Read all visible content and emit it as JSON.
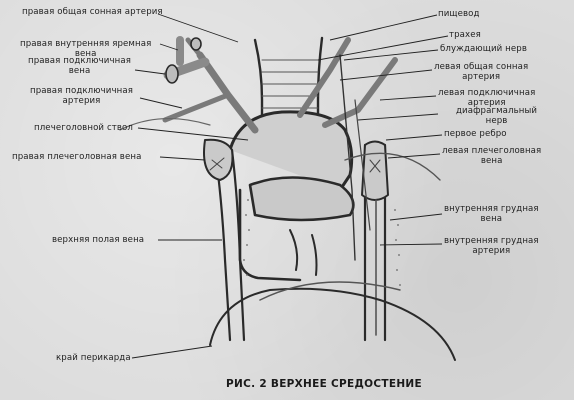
{
  "colors": {
    "ink": "#1f1f1f",
    "paper": "#dcdcdc",
    "vessel": "#8e8e8e"
  },
  "labels": {
    "right_common_carotid": "правая общая сонная артерия",
    "right_internal_jugular": "правая внутренняя яремная\nвена",
    "right_subclavian_vein": "правая подключичная\nвена",
    "right_subclavian_artery": "правая подключичная\nартерия",
    "brachiocephalic_trunk": "плечеголовной ствол",
    "right_brachiocephalic_vein": "правая плечеголовная вена",
    "superior_vena_cava": "верхняя полая вена",
    "pericardium_edge": "край перикарда",
    "esophagus": "пищевод",
    "trachea": "трахея",
    "vagus_nerve": "блуждающий нерв",
    "left_common_carotid": "левая общая сонная\nартерия",
    "left_subclavian_artery": "левая подключичная\nартерия",
    "phrenic_nerve": "диафрагмальный\nнерв",
    "first_rib": "первое ребро",
    "left_brachiocephalic_vein": "левая плечеголовная\nвена",
    "internal_thoracic_vein": "внутренняя грудная\nвена",
    "internal_thoracic_artery": "внутренняя грудная\nартерия"
  },
  "caption": "РИС. 2 ВЕРХНЕЕ СРЕДОСТЕНИЕ"
}
